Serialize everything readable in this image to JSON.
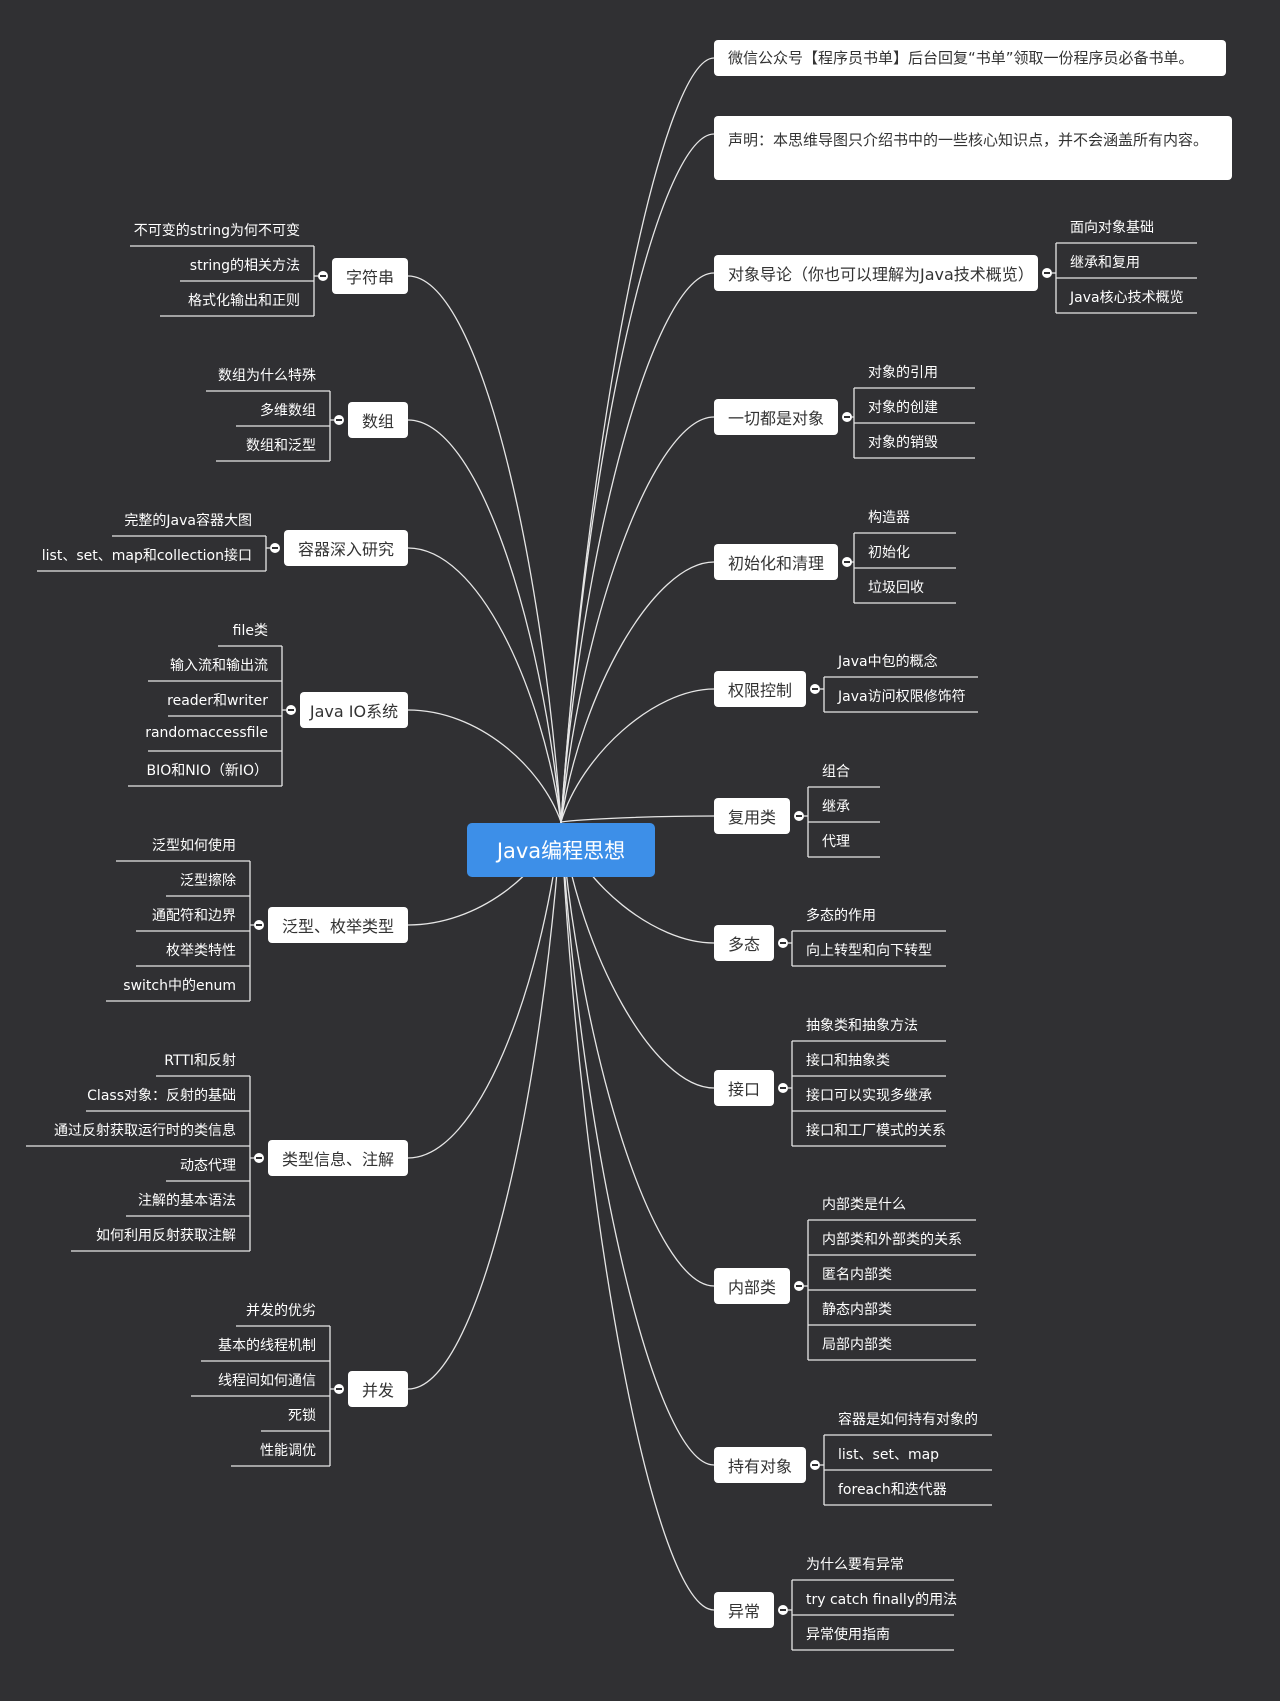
{
  "root": "Java编程思想",
  "notes": [
    "微信公众号【程序员书单】后台回复“书单”领取一份程序员必备书单。",
    "声明：本思维导图只介绍书中的一些核心知识点，并不会涵盖所有内容。"
  ],
  "left": [
    {
      "label": "字符串",
      "children": [
        "不可变的string为何不可变",
        "string的相关方法",
        "格式化输出和正则"
      ]
    },
    {
      "label": "数组",
      "children": [
        "数组为什么特殊",
        "多维数组",
        "数组和泛型"
      ]
    },
    {
      "label": "容器深入研究",
      "children": [
        "完整的Java容器大图",
        "list、set、map和collection接口"
      ]
    },
    {
      "label": "Java IO系统",
      "children": [
        "file类",
        "输入流和输出流",
        "reader和writer",
        "randomaccessfile",
        "BIO和NIO（新IO）"
      ]
    },
    {
      "label": "泛型、枚举类型",
      "children": [
        "泛型如何使用",
        "泛型擦除",
        "通配符和边界",
        "枚举类特性",
        "switch中的enum"
      ]
    },
    {
      "label": "类型信息、注解",
      "children": [
        "RTTI和反射",
        "Class对象：反射的基础",
        "通过反射获取运行时的类信息",
        "动态代理",
        "注解的基本语法",
        "如何利用反射获取注解"
      ]
    },
    {
      "label": "并发",
      "children": [
        "并发的优劣",
        "基本的线程机制",
        "线程间如何通信",
        "死锁",
        "性能调优"
      ]
    }
  ],
  "right": [
    {
      "label": "对象导论（你也可以理解为Java技术概览）",
      "children": [
        "面向对象基础",
        "继承和复用",
        "Java核心技术概览"
      ]
    },
    {
      "label": "一切都是对象",
      "children": [
        "对象的引用",
        "对象的创建",
        "对象的销毁"
      ]
    },
    {
      "label": "初始化和清理",
      "children": [
        "构造器",
        "初始化",
        "垃圾回收"
      ]
    },
    {
      "label": "权限控制",
      "children": [
        "Java中包的概念",
        "Java访问权限修饰符"
      ]
    },
    {
      "label": "复用类",
      "children": [
        "组合",
        "继承",
        "代理"
      ]
    },
    {
      "label": "多态",
      "children": [
        "多态的作用",
        "向上转型和向下转型"
      ]
    },
    {
      "label": "接口",
      "children": [
        "抽象类和抽象方法",
        "接口和抽象类",
        "接口可以实现多继承",
        "接口和工厂模式的关系"
      ]
    },
    {
      "label": "内部类",
      "children": [
        "内部类是什么",
        "内部类和外部类的关系",
        "匿名内部类",
        "静态内部类",
        "局部内部类"
      ]
    },
    {
      "label": "持有对象",
      "children": [
        "容器是如何持有对象的",
        "list、set、map",
        "foreach和迭代器"
      ]
    },
    {
      "label": "异常",
      "children": [
        "为什么要有异常",
        "try catch finally的用法",
        "异常使用指南"
      ]
    }
  ]
}
